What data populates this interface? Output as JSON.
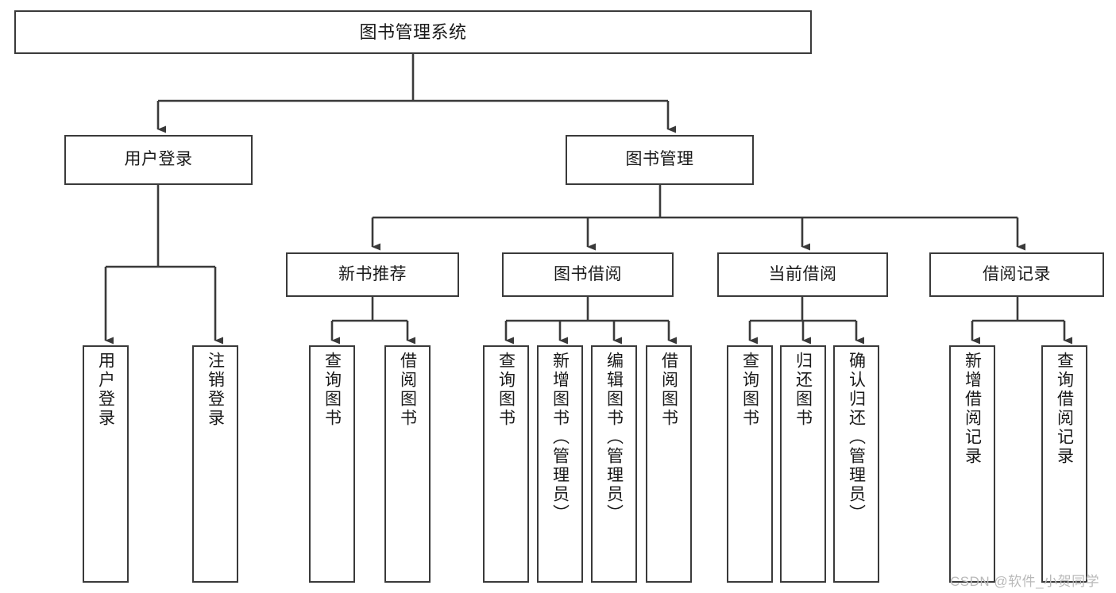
{
  "diagram": {
    "title": "图书管理系统",
    "type": "hierarchy-tree",
    "watermark": "CSDN @软件_小贺同学",
    "colors": {
      "stroke": "#3a3a3a",
      "box_fill": "#ffffff",
      "text": "#1a1a1a",
      "watermark": "#b9b9b9",
      "background": "#ffffff"
    },
    "levels": {
      "root": {
        "label": "图书管理系统"
      },
      "level2": [
        {
          "label": "用户登录"
        },
        {
          "label": "图书管理"
        }
      ],
      "level3": [
        {
          "label": "新书推荐"
        },
        {
          "label": "图书借阅"
        },
        {
          "label": "当前借阅"
        },
        {
          "label": "借阅记录"
        }
      ],
      "leaves": {
        "user_login": [
          {
            "label": "用户登录"
          },
          {
            "label": "注销登录"
          }
        ],
        "new_book_recommend": [
          {
            "label": "查询图书"
          },
          {
            "label": "借阅图书"
          }
        ],
        "book_borrow": [
          {
            "label": "查询图书"
          },
          {
            "label": "新增图书（管理员）"
          },
          {
            "label": "编辑图书（管理员）"
          },
          {
            "label": "借阅图书"
          }
        ],
        "current_borrow": [
          {
            "label": "查询图书"
          },
          {
            "label": "归还图书"
          },
          {
            "label": "确认归还（管理员）"
          }
        ],
        "borrow_record": [
          {
            "label": "新增借阅记录"
          },
          {
            "label": "查询借阅记录"
          }
        ]
      }
    }
  }
}
